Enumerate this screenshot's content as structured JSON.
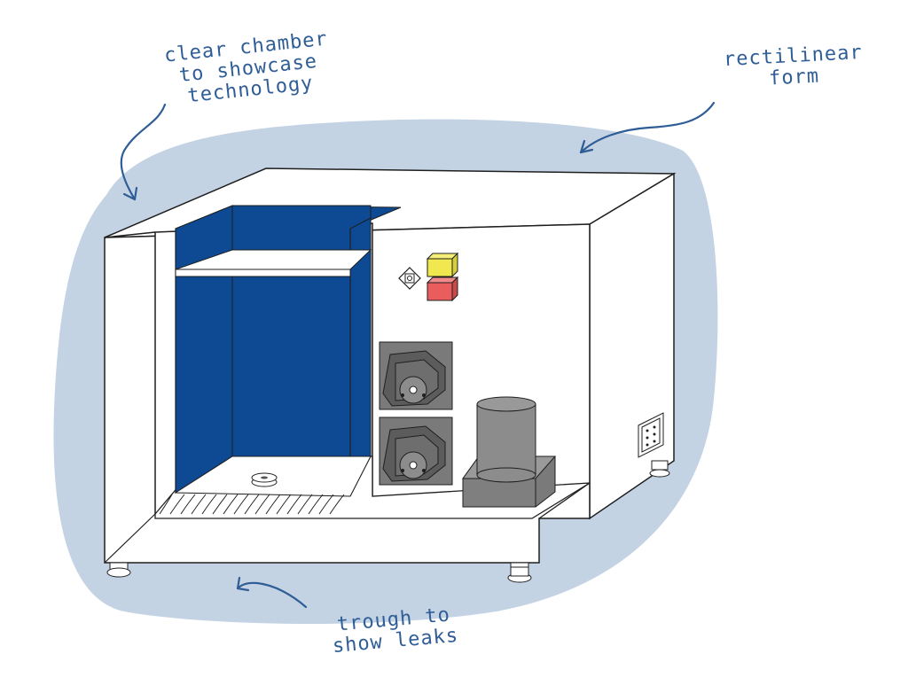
{
  "annotations": {
    "clear_chamber": "clear chamber\nto showcase\ntechnology",
    "rectilinear_form": "rectilinear\nform",
    "trough": "trough to\nshow leaks"
  },
  "colors": {
    "ink": "#2f5d96",
    "halo": "#c4d3e4",
    "chamber_blue": "#0d4a93",
    "body_white": "#ffffff",
    "outline": "#1f1f1f",
    "yellow_button": "#f0e84e",
    "red_button": "#e95d5d",
    "pump_gray": "#7a7a7a",
    "motor_gray": "#8c8c8c"
  }
}
